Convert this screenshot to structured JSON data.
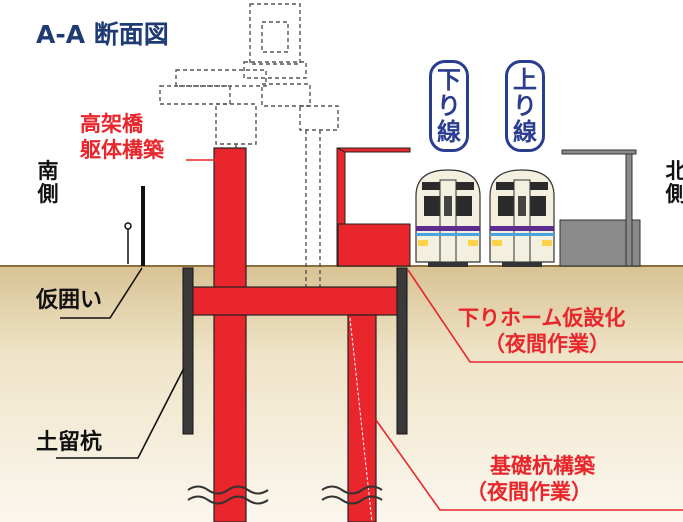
{
  "title": "A-A 断面図",
  "labels": {
    "viaduct": [
      "高架橋",
      "躯体構築"
    ],
    "south": "南側",
    "north": "北側",
    "temp_fence": "仮囲い",
    "retaining_pile": "土留杭",
    "temp_platform": [
      "下りホーム仮設化",
      "（夜間作業）"
    ],
    "foundation_pile": [
      "基礎杭構築",
      "（夜間作業）"
    ],
    "down_line": "下り線",
    "up_line": "上り線"
  },
  "colors": {
    "structure_red": "#e8262c",
    "ground": "#dcc9a0",
    "sky": "#ffffff",
    "title_blue": "#1f3b73",
    "train_purple": "#5b2d8e",
    "platform_gray": "#8a8a8a"
  }
}
